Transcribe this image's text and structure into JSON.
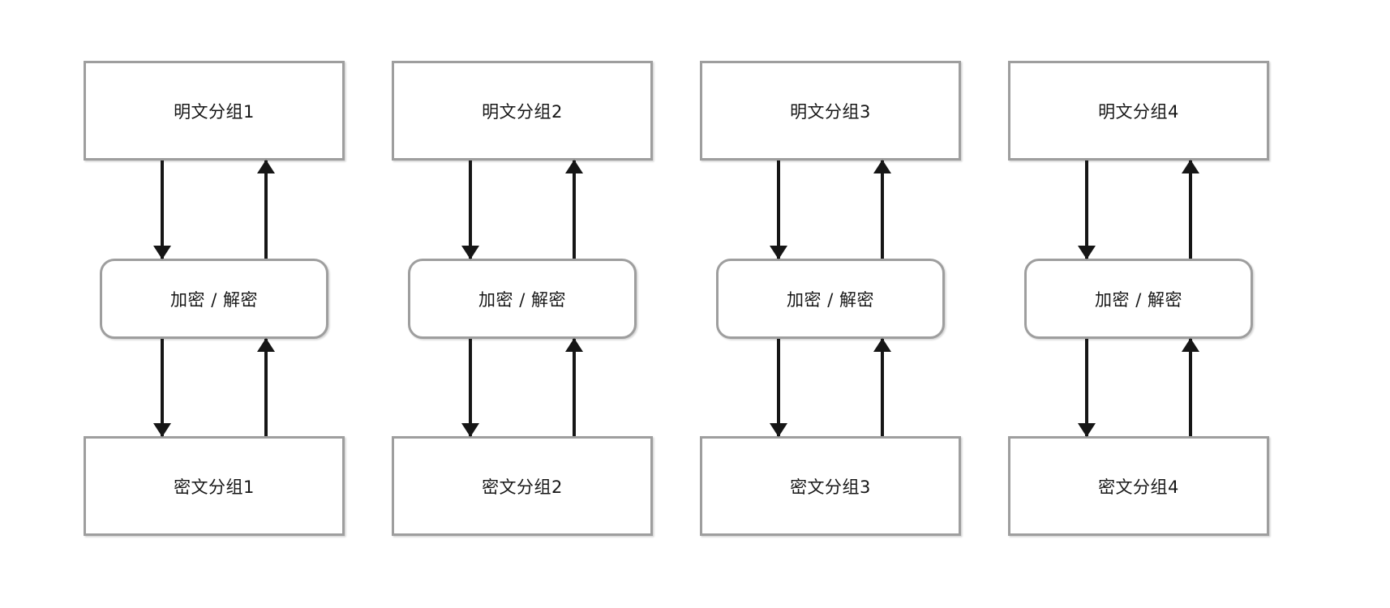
{
  "diagram": {
    "title": "block-cipher-per-block-encrypt-decrypt",
    "colors": {
      "background": "#ffffff",
      "box_border": "#9e9e9e",
      "arrow": "#161616",
      "text": "#161616"
    },
    "columns": [
      {
        "top_label": "明文分组1",
        "middle_label": "加密 / 解密",
        "bottom_label": "密文分组1"
      },
      {
        "top_label": "明文分组2",
        "middle_label": "加密 / 解密",
        "bottom_label": "密文分组2"
      },
      {
        "top_label": "明文分组3",
        "middle_label": "加密 / 解密",
        "bottom_label": "密文分组3"
      },
      {
        "top_label": "明文分组4",
        "middle_label": "加密 / 解密",
        "bottom_label": "密文分组4"
      }
    ]
  }
}
